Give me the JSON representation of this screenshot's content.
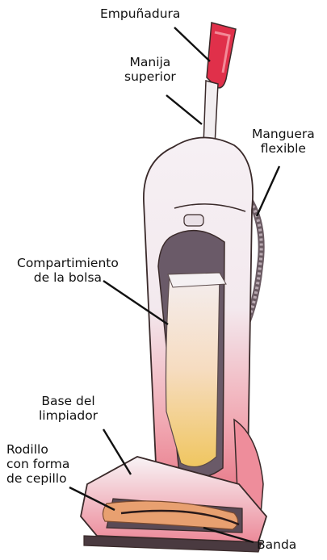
{
  "labels": {
    "empunadura": [
      "Empuñadura"
    ],
    "manija_superior": [
      "Manija",
      "superior"
    ],
    "manguera_flexible": [
      "Manguera",
      "flexible"
    ],
    "compartimiento_bolsa": [
      "Compartimiento",
      "de la bolsa"
    ],
    "base_limpiador": [
      "Base del",
      "limpiador"
    ],
    "rodillo_cepillo": [
      "Rodillo",
      "con forma",
      "de cepillo"
    ],
    "banda": [
      "Banda"
    ]
  },
  "colors": {
    "handle_grip": "#e0304a",
    "body_pink": "#ef8f9a",
    "bag_yellow": "#f3d27a",
    "outline": "#3a2a2a",
    "dark_panel": "#5a4a55"
  }
}
